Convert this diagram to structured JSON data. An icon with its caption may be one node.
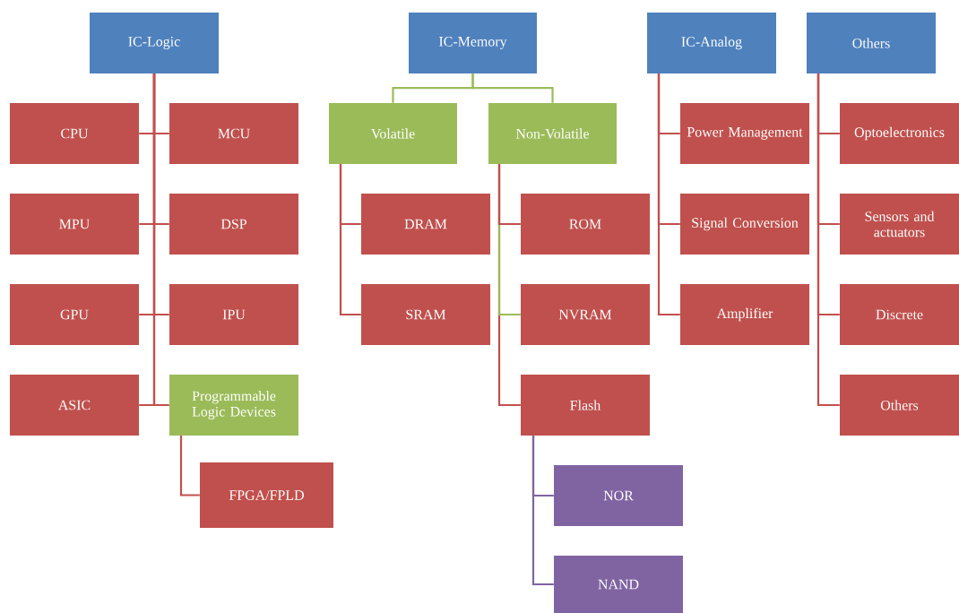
{
  "diagram": {
    "nodes": [
      {
        "text": [
          "IC-Logic"
        ]
      },
      {
        "text": [
          "CPU"
        ]
      },
      {
        "text": [
          "MCU"
        ]
      },
      {
        "text": [
          "MPU"
        ]
      },
      {
        "text": [
          "DSP"
        ]
      },
      {
        "text": [
          "GPU"
        ]
      },
      {
        "text": [
          "IPU"
        ]
      },
      {
        "text": [
          "ASIC"
        ]
      },
      {
        "text": [
          "Programmable Logic Devices"
        ]
      },
      {
        "text": [
          "FPGA/FPLD"
        ]
      },
      {
        "text": [
          "IC-Memory"
        ]
      },
      {
        "text": [
          "Volatile"
        ]
      },
      {
        "text": [
          "Non-Volatile"
        ]
      },
      {
        "text": [
          "DRAM"
        ]
      },
      {
        "text": [
          "SRAM"
        ]
      },
      {
        "text": [
          "ROM"
        ]
      },
      {
        "text": [
          "NVRAM"
        ]
      },
      {
        "text": [
          "Flash"
        ]
      },
      {
        "text": [
          "NOR"
        ]
      },
      {
        "text": [
          "NAND"
        ]
      },
      {
        "text": [
          "IC-Analog"
        ]
      },
      {
        "text": [
          "Power Management"
        ]
      },
      {
        "text": [
          "Signal Conversion"
        ]
      },
      {
        "text": [
          "Amplifier"
        ]
      },
      {
        "text": [
          "Others"
        ]
      },
      {
        "text": [
          "Optoelectronics"
        ]
      },
      {
        "text": [
          "Sensors and actuators"
        ]
      },
      {
        "text": [
          "Discrete"
        ]
      },
      {
        "text": [
          "Others"
        ]
      }
    ],
    "edges": [
      {
        "from": 0,
        "to": 1,
        "arrow": "none"
      },
      {
        "from": 0,
        "to": 2,
        "arrow": "none"
      },
      {
        "from": 0,
        "to": 3,
        "arrow": "none"
      },
      {
        "from": 0,
        "to": 4,
        "arrow": "none"
      },
      {
        "from": 0,
        "to": 5,
        "arrow": "none"
      },
      {
        "from": 0,
        "to": 6,
        "arrow": "none"
      },
      {
        "from": 0,
        "to": 7,
        "arrow": "none"
      },
      {
        "from": 0,
        "to": 8,
        "arrow": "none"
      },
      {
        "from": 8,
        "to": 9,
        "arrow": "none"
      },
      {
        "from": 10,
        "to": 11,
        "arrow": "none",
        "color": "#9bbb59"
      },
      {
        "from": 10,
        "to": 12,
        "arrow": "none",
        "color": "#9bbb59"
      },
      {
        "from": 11,
        "to": 13,
        "arrow": "none"
      },
      {
        "from": 11,
        "to": 14,
        "arrow": "none"
      },
      {
        "from": 12,
        "to": 17,
        "arrow": "none"
      },
      {
        "from": 12,
        "to": 16,
        "arrow": "none",
        "color": "#9bbb59"
      },
      {
        "from": 12,
        "to": 15,
        "arrow": "none"
      },
      {
        "from": 17,
        "to": 18,
        "arrow": "none",
        "color": "#8064a2"
      },
      {
        "from": 17,
        "to": 19,
        "arrow": "none",
        "color": "#8064a2"
      },
      {
        "from": 20,
        "to": 21,
        "arrow": "none"
      },
      {
        "from": 20,
        "to": 22,
        "arrow": "none"
      },
      {
        "from": 20,
        "to": 23,
        "arrow": "none"
      },
      {
        "from": 24,
        "to": 25,
        "arrow": "none"
      },
      {
        "from": 24,
        "to": 26,
        "arrow": "none"
      },
      {
        "from": 24,
        "to": 27,
        "arrow": "none"
      },
      {
        "from": 24,
        "to": 28,
        "arrow": "none"
      }
    ]
  }
}
